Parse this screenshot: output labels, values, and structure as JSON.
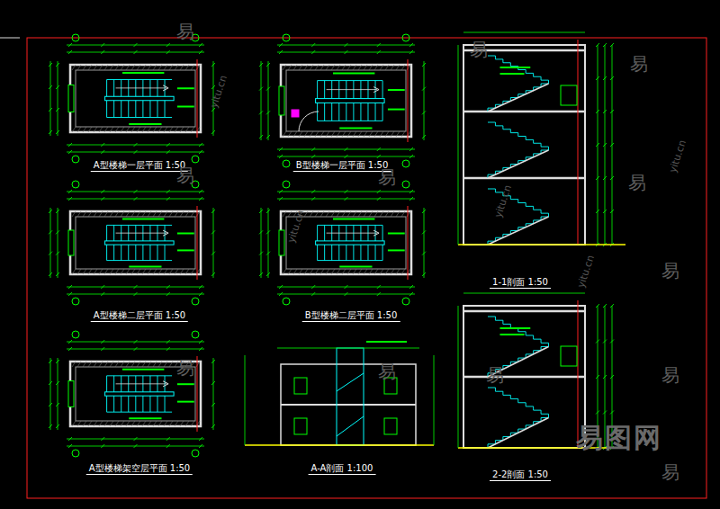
{
  "diagram": {
    "labels": [
      "A型楼梯一层平面 1:50",
      "B型楼梯一层平面 1:50",
      "A型楼梯二层平面 1:50",
      "B型楼梯二层平面 1:50",
      "A型楼梯架空层平面 1:50",
      "A-A剖面 1:100",
      "1-1剖面 1:50",
      "2-2剖面 1:50",
      "易",
      "易",
      "易",
      "易",
      "易",
      "易",
      "易",
      "易",
      "易",
      "易",
      "易",
      "易",
      "yitu.cn",
      "yitu.cn",
      "yitu.cn",
      "yitu.cn",
      "yitu.cn",
      "易图网"
    ]
  }
}
